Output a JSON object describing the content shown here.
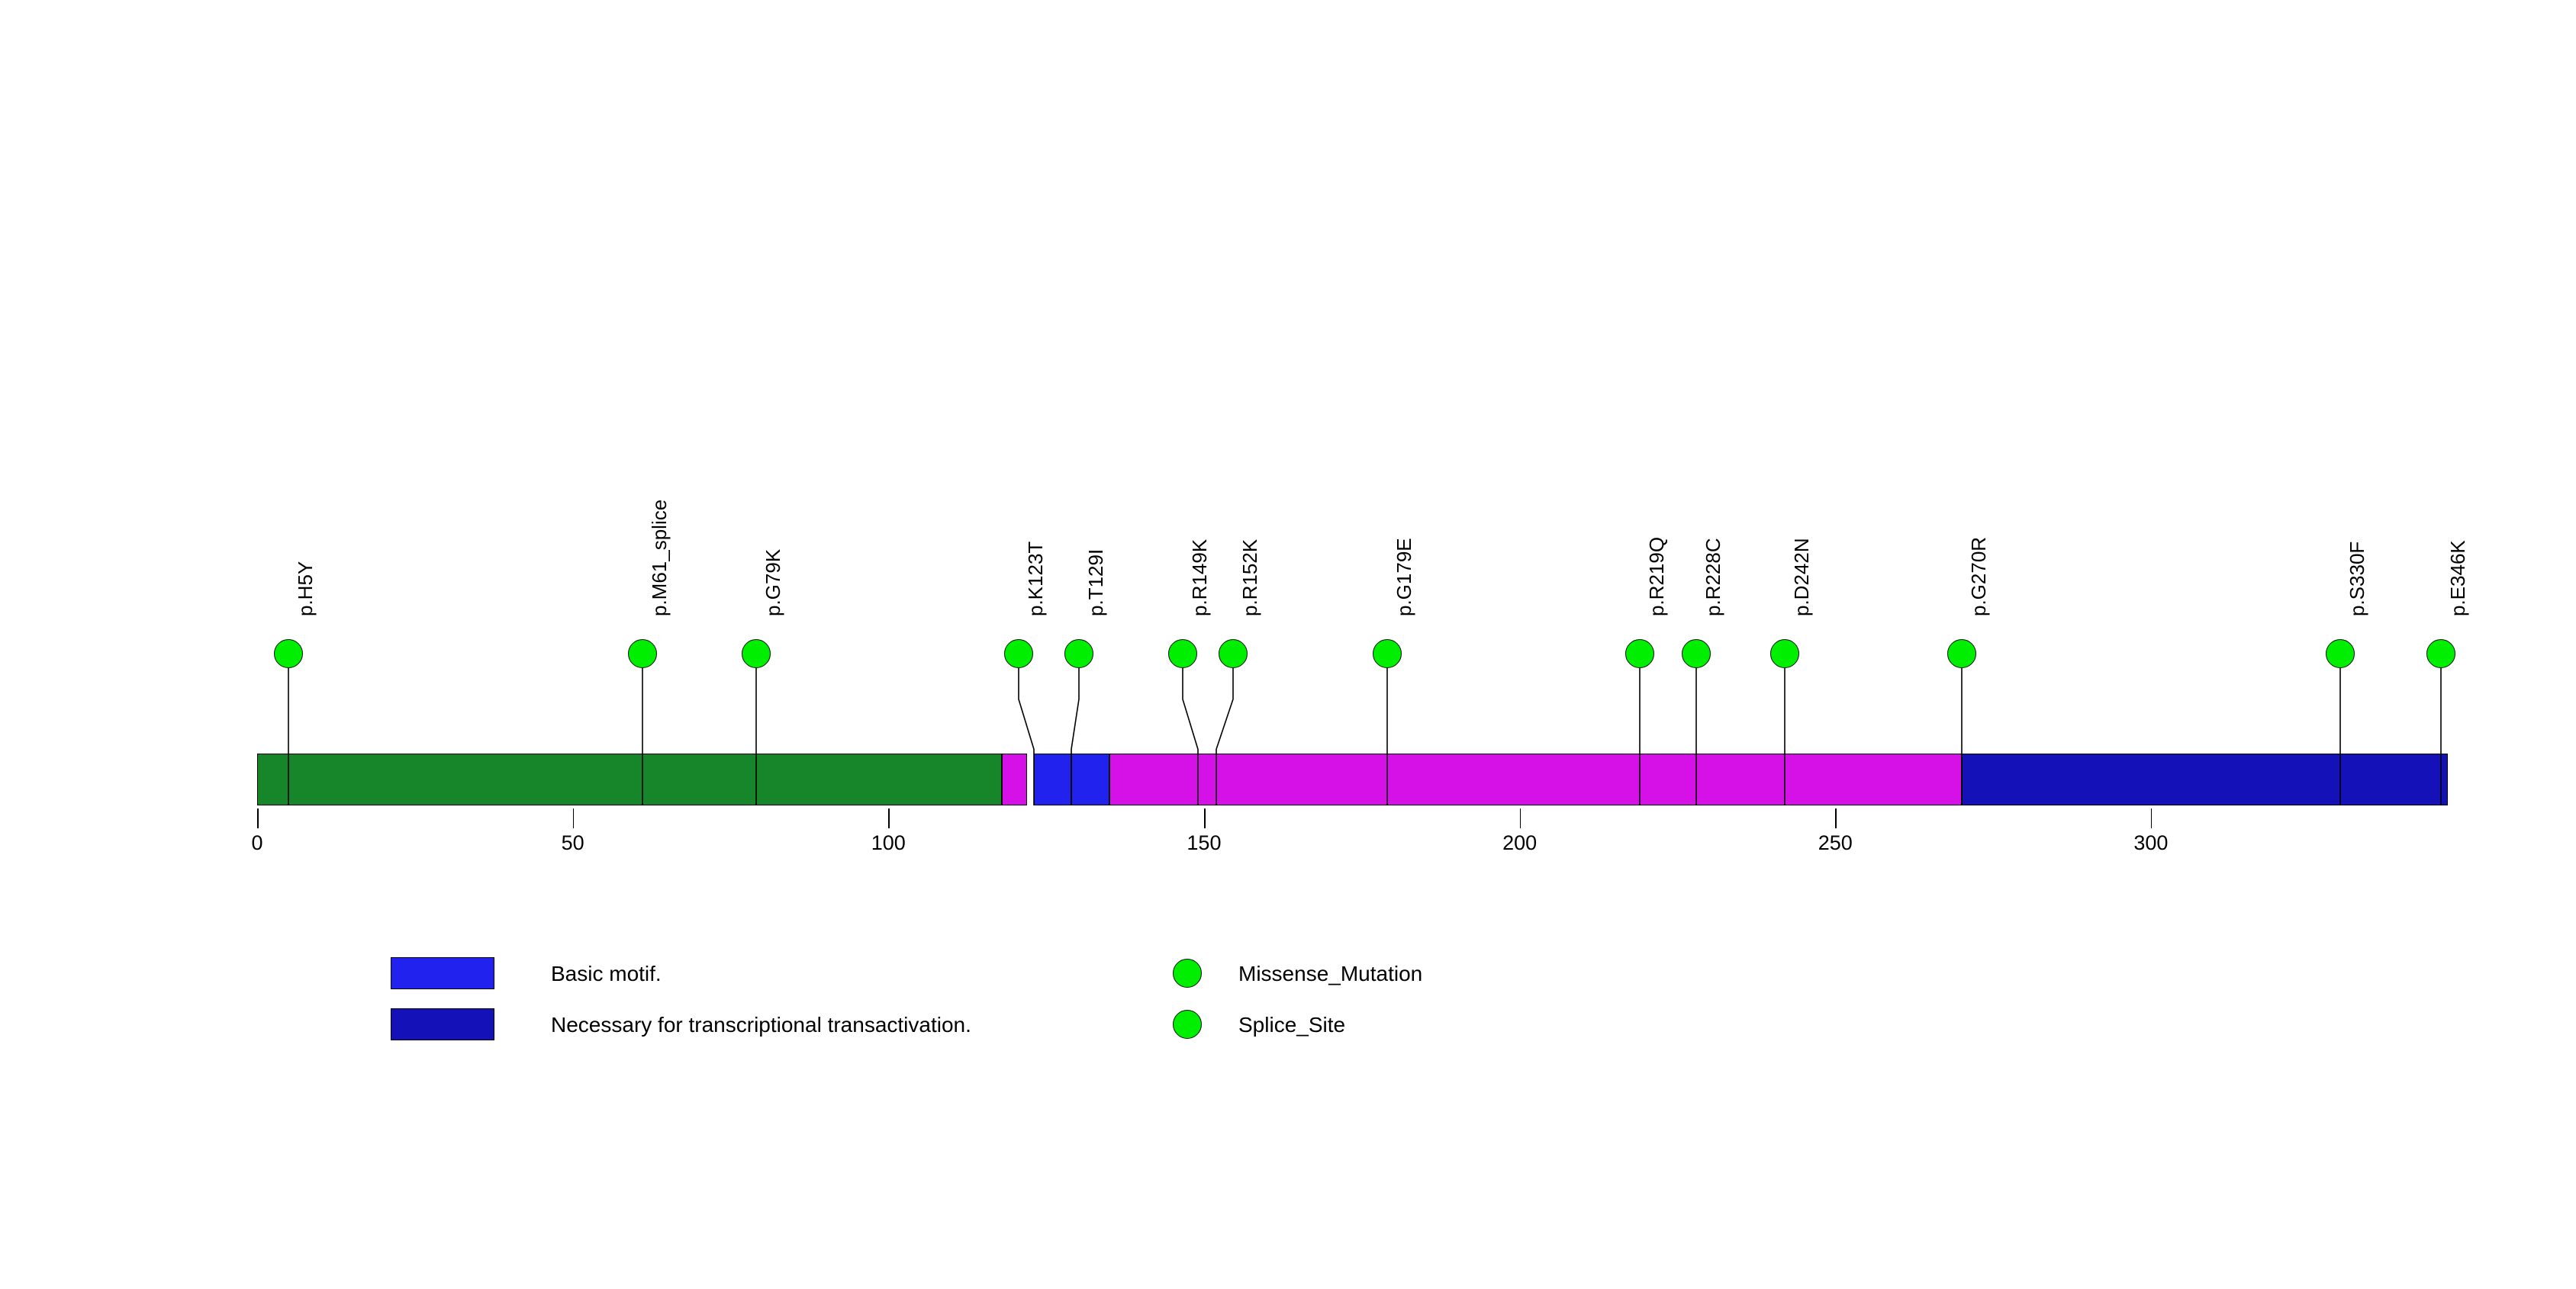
{
  "chart_data": {
    "type": "lollipop",
    "title": "",
    "xlabel": "",
    "ylabel": "",
    "xlim": [
      0,
      347
    ],
    "axis_ticks": [
      0,
      50,
      100,
      150,
      200,
      250,
      300
    ],
    "axis_tick_labels": [
      "0",
      "50",
      "100",
      "150",
      "200",
      "250",
      "300"
    ],
    "protein_length": 347,
    "grid": false,
    "mutations": [
      {
        "label": "p.H5Y",
        "position": 5,
        "type": "Missense_Mutation",
        "count": 1,
        "color": "#00EE00"
      },
      {
        "label": "p.M61_splice",
        "position": 61,
        "type": "Splice_Site",
        "count": 1,
        "color": "#00EE00"
      },
      {
        "label": "p.G79K",
        "position": 79,
        "type": "Missense_Mutation",
        "count": 1,
        "color": "#00EE00"
      },
      {
        "label": "p.K123T",
        "position": 123,
        "type": "Missense_Mutation",
        "count": 1,
        "color": "#00EE00"
      },
      {
        "label": "p.T129I",
        "position": 129,
        "type": "Missense_Mutation",
        "count": 1,
        "color": "#00EE00"
      },
      {
        "label": "p.R149K",
        "position": 149,
        "type": "Missense_Mutation",
        "count": 1,
        "color": "#00EE00"
      },
      {
        "label": "p.R152K",
        "position": 152,
        "type": "Missense_Mutation",
        "count": 1,
        "color": "#00EE00"
      },
      {
        "label": "p.G179E",
        "position": 179,
        "type": "Missense_Mutation",
        "count": 1,
        "color": "#00EE00"
      },
      {
        "label": "p.R219Q",
        "position": 219,
        "type": "Missense_Mutation",
        "count": 1,
        "color": "#00EE00"
      },
      {
        "label": "p.R228C",
        "position": 228,
        "type": "Missense_Mutation",
        "count": 1,
        "color": "#00EE00"
      },
      {
        "label": "p.D242N",
        "position": 242,
        "type": "Missense_Mutation",
        "count": 1,
        "color": "#00EE00"
      },
      {
        "label": "p.G270R",
        "position": 270,
        "type": "Missense_Mutation",
        "count": 1,
        "color": "#00EE00"
      },
      {
        "label": "p.S330F",
        "position": 330,
        "type": "Missense_Mutation",
        "count": 1,
        "color": "#00EE00"
      },
      {
        "label": "p.E346K",
        "position": 346,
        "type": "Missense_Mutation",
        "count": 1,
        "color": "#00EE00"
      }
    ],
    "domains": [
      {
        "name": "",
        "start": 0,
        "end": 118,
        "color": "#178529"
      },
      {
        "name": "",
        "start": 118,
        "end": 122,
        "color": "#D611E8"
      },
      {
        "name": "Basic motif.",
        "start": 123,
        "end": 129,
        "color": "#2222EE"
      },
      {
        "name": "Basic motif.",
        "start": 129,
        "end": 135,
        "color": "#2222EE"
      },
      {
        "name": "",
        "start": 135,
        "end": 270,
        "color": "#D611E8"
      },
      {
        "name": "Necessary for transcriptional transactivation.",
        "start": 270,
        "end": 347,
        "color": "#1411B8"
      }
    ]
  },
  "legend": {
    "domain_entries": [
      {
        "label": "Basic motif.",
        "color": "#2222EE"
      },
      {
        "label": "Necessary for transcriptional transactivation.",
        "color": "#1411B8"
      }
    ],
    "mutation_entries": [
      {
        "label": "Missense_Mutation",
        "color": "#00EE00"
      },
      {
        "label": "Splice_Site",
        "color": "#00EE00"
      }
    ]
  }
}
